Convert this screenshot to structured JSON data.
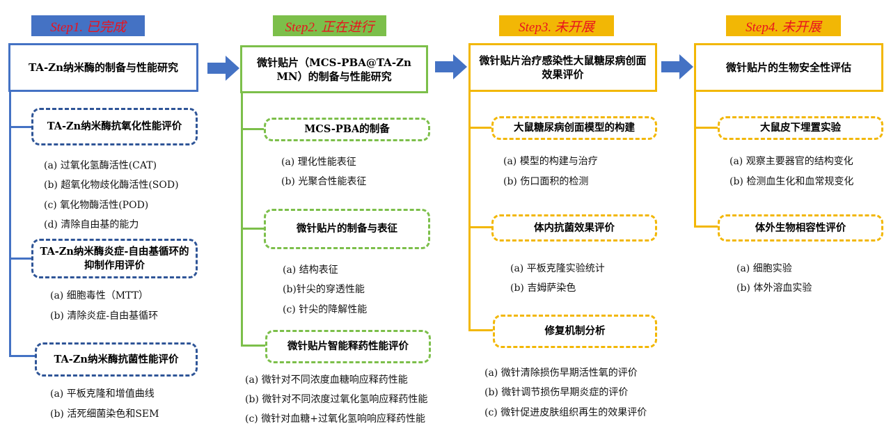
{
  "colors": {
    "blue": "#4472C4",
    "green": "#7CBF4A",
    "yellow": "#F2B705",
    "step_text": "#E8141E"
  },
  "columns": [
    {
      "step": "Step1. 已完成",
      "title": "TA-Zn纳米酶的制备与性能研究",
      "groups": [
        {
          "title": "TA-Zn纳米酶抗氧化性能评价",
          "items": [
            "(a) 过氧化氢酶活性(CAT)",
            "(b) 超氧化物歧化酶活性(SOD)",
            "(c) 氧化物酶活性(POD)",
            "(d) 清除自由基的能力"
          ]
        },
        {
          "title": "TA-Zn纳米酶炎症-自由基循环的抑制作用评价",
          "items": [
            "(a) 细胞毒性（MTT）",
            "(b) 清除炎症-自由基循环"
          ]
        },
        {
          "title": "TA-Zn纳米酶抗菌性能评价",
          "items": [
            "(a) 平板克隆和增值曲线",
            "(b) 活死细菌染色和SEM"
          ]
        }
      ]
    },
    {
      "step": "Step2. 正在进行",
      "title": "微针贴片（MCS-PBA@TA-Zn MN）的制备与性能研究",
      "groups": [
        {
          "title": "MCS-PBA的制备",
          "items": [
            "(a) 理化性能表征",
            "(b) 光聚合性能表征"
          ]
        },
        {
          "title": "微针贴片的制备与表征",
          "items": [
            "(a) 结构表征",
            "(b)针尖的穿透性能",
            "(c) 针尖的降解性能"
          ]
        },
        {
          "title": "微针贴片智能释药性能评价",
          "items": [
            "(a) 微针对不同浓度血糖响应释药性能",
            "(b) 微针对不同浓度过氧化氢响应释药性能",
            "(c) 微针对血糖+过氧化氢响响应释药性能"
          ]
        }
      ]
    },
    {
      "step": "Step3. 未开展",
      "title": "微针贴片治疗感染性大鼠糖尿病创面效果评价",
      "groups": [
        {
          "title": "大鼠糖尿病创面模型的构建",
          "items": [
            "(a) 模型的构建与治疗",
            "(b) 伤口面积的检测"
          ]
        },
        {
          "title": "体内抗菌效果评价",
          "items": [
            "(a) 平板克隆实验统计",
            "(b) 吉姆萨染色"
          ]
        },
        {
          "title": "修复机制分析",
          "items": [
            "(a) 微针清除损伤早期活性氧的评价",
            "(b) 微针调节损伤早期炎症的评价",
            "(c) 微针促进皮肤组织再生的效果评价"
          ]
        }
      ]
    },
    {
      "step": "Step4. 未开展",
      "title": "微针贴片的生物安全性评估",
      "groups": [
        {
          "title": "大鼠皮下埋置实验",
          "items": [
            "(a) 观察主要器官的结构变化",
            "(b) 检测血生化和血常规变化"
          ]
        },
        {
          "title": "体外生物相容性评价",
          "items": [
            "(a) 细胞实验",
            "(b) 体外溶血实验"
          ]
        }
      ]
    }
  ]
}
